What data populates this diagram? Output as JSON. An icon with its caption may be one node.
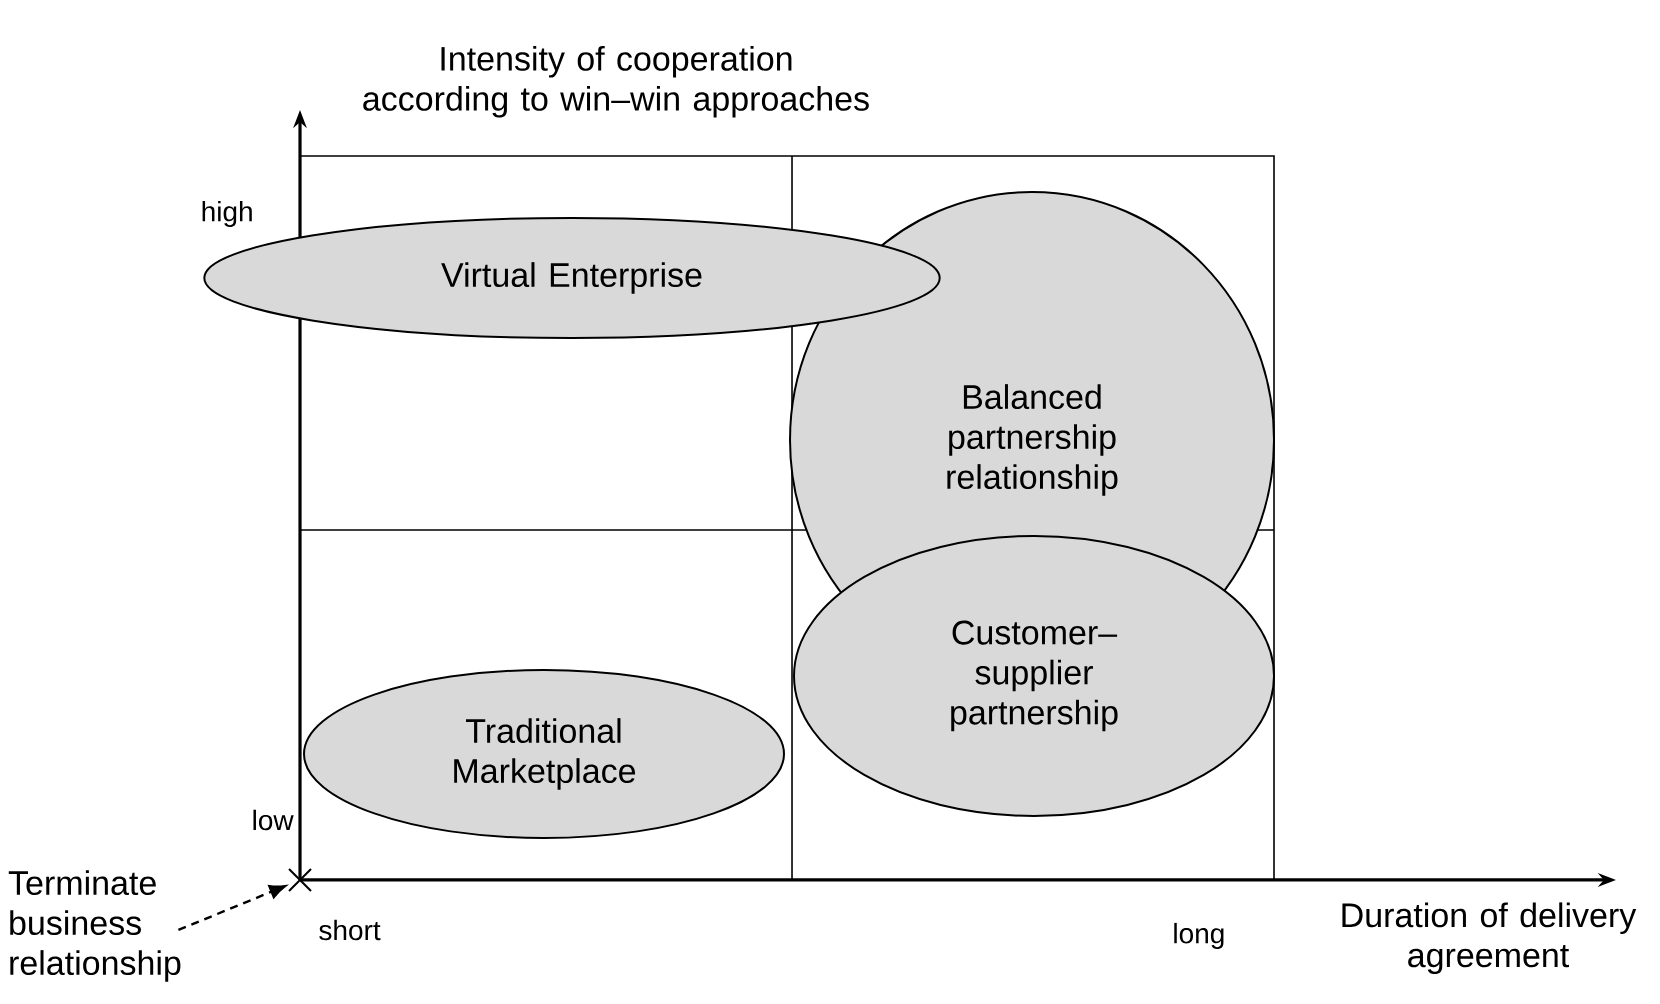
{
  "diagram": {
    "nodes": [
      {
        "text": [
          "Virtual Enterprise"
        ]
      },
      {
        "text": [
          "Balanced partnership relationship"
        ]
      },
      {
        "text": [
          "Customer– supplier partnership"
        ]
      },
      {
        "text": [
          "Traditional Marketplace"
        ]
      },
      {
        "text": [
          "Terminate business relationship"
        ]
      },
      {
        "text": [],
        "shape": "cross"
      }
    ],
    "edges": [
      {
        "from": 4,
        "to": 5,
        "arrow": "to",
        "style": "dashed"
      }
    ],
    "labels": [
      "Intensity of cooperation according to win–win approaches",
      "high",
      "low",
      "short",
      "long",
      "Duration of delivery agreement"
    ]
  }
}
